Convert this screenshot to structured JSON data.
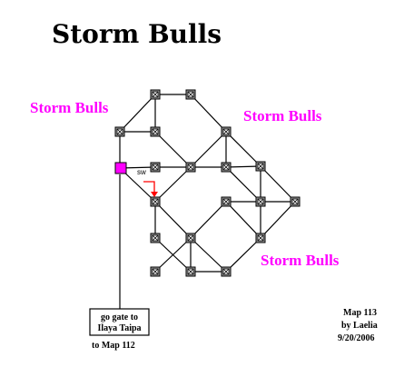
{
  "map": {
    "title": "Storm Bulls",
    "region_labels": [
      "Storm Bulls",
      "Storm Bulls",
      "Storm Bulls"
    ],
    "direction_label": "sw",
    "gate_box": {
      "line1": "go gate to",
      "line2": "Ilaya Taipa"
    },
    "exit_label": "to Map 112",
    "credits": {
      "map": "Map 113",
      "author": "by Laelia",
      "date": "9/20/2006"
    },
    "colors": {
      "room_fill": "#999999",
      "entrance_fill": "#ff00ff",
      "connector": "#000000",
      "exit_arrow": "#ff0000",
      "label_magenta": "#ff00ff"
    },
    "room_icon": "crossed-box-icon",
    "entrance_icon": "entrance-square-icon"
  }
}
